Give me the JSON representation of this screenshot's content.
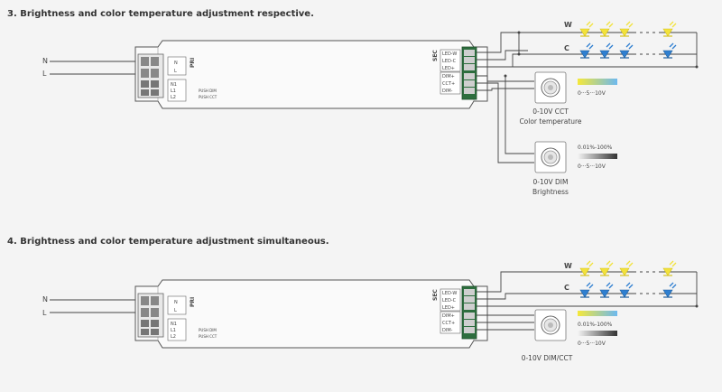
{
  "section3": {
    "heading": "3. Brightness and color temperature adjustment respective.",
    "input_n": "N",
    "input_l": "L",
    "pri_label": "PRI",
    "sec_label": "SEC",
    "pri_terminals": [
      "N",
      "L"
    ],
    "push_terminals": [
      "N1",
      "L1",
      "L2"
    ],
    "push_labels": [
      "PUSH DIM",
      "PUSH CCT"
    ],
    "sec_terminals": [
      "LED-W",
      "LED-C",
      "LED+"
    ],
    "ctrl_terminals": [
      "DIM+",
      "CCT+",
      "DIM-"
    ],
    "channel_w": "W",
    "channel_c": "C",
    "cct_controller": {
      "scale": "0···5···10V",
      "title": "0-10V CCT",
      "subtitle": "Color temperature"
    },
    "dim_controller": {
      "percent": "0.01%-100%",
      "scale": "0···5···10V",
      "title": "0-10V DIM",
      "subtitle": "Brightness"
    }
  },
  "section4": {
    "heading": "4. Brightness and color temperature adjustment simultaneous.",
    "input_n": "N",
    "input_l": "L",
    "pri_label": "PRI",
    "sec_label": "SEC",
    "pri_terminals": [
      "N",
      "L"
    ],
    "push_terminals": [
      "N1",
      "L1",
      "L2"
    ],
    "push_labels": [
      "PUSH DIM",
      "PUSH CCT"
    ],
    "sec_terminals": [
      "LED-W",
      "LED-C",
      "LED+"
    ],
    "ctrl_terminals": [
      "DIM+",
      "CCT+",
      "DIM-"
    ],
    "channel_w": "W",
    "channel_c": "C",
    "combo_controller": {
      "percent": "0.01%-100%",
      "scale": "0···5···10V",
      "title": "0-10V DIM/CCT"
    }
  },
  "colors": {
    "warm_led": "#f2e23a",
    "cold_led": "#2f7fd0",
    "wire": "#444444"
  }
}
